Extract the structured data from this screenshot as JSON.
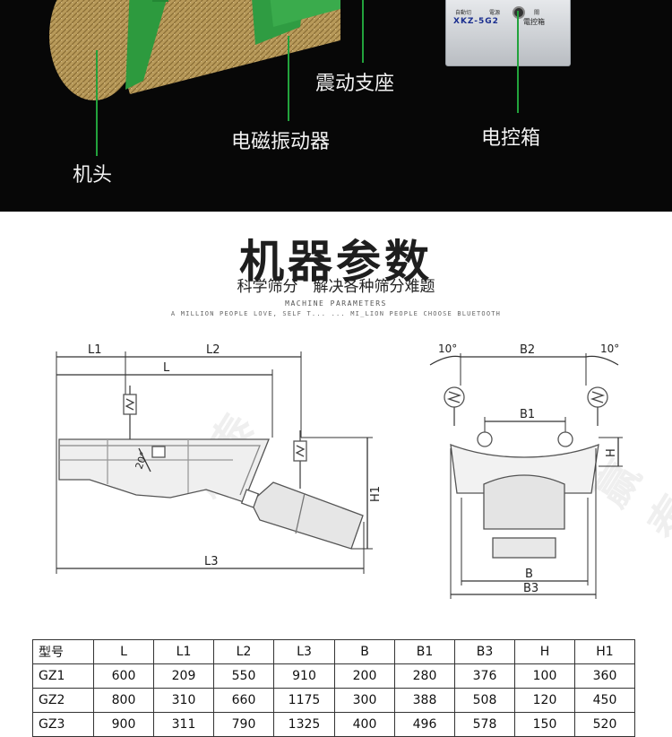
{
  "callouts": {
    "head": "机头",
    "vibrator": "电磁振动器",
    "support": "震动支座",
    "control_box": "电控箱"
  },
  "control_box_panel": {
    "model_text": "XKZ-5G2",
    "name_text": "電控箱",
    "left_label": "自動切",
    "mid_label": "電源",
    "right_label": "關"
  },
  "section": {
    "title": "机器参数",
    "subtitle": "科学筛分　解决各种筛分难题",
    "english_line1": "MACHINE PARAMETERS",
    "english_line2": "A MILLION PEOPLE LOVE, SELF T... ... MI_LION PEOPLE CHOOSE BLUETOOTH"
  },
  "watermark": "赢泰",
  "drawing_side": {
    "dims": {
      "L1": "L1",
      "L2": "L2",
      "L": "L",
      "L3": "L3",
      "H1": "H1",
      "angle": "20°"
    }
  },
  "drawing_front": {
    "dims": {
      "B2": "B2",
      "B1": "B1",
      "B": "B",
      "B3": "B3",
      "H": "H",
      "angle_left": "10°",
      "angle_right": "10°"
    }
  },
  "table": {
    "headers": [
      "型号",
      "L",
      "L1",
      "L2",
      "L3",
      "B",
      "B1",
      "B3",
      "H",
      "H1"
    ],
    "rows": [
      [
        "GZ1",
        "600",
        "209",
        "550",
        "910",
        "200",
        "280",
        "376",
        "100",
        "360"
      ],
      [
        "GZ2",
        "800",
        "310",
        "660",
        "1175",
        "300",
        "388",
        "508",
        "120",
        "450"
      ],
      [
        "GZ3",
        "900",
        "311",
        "790",
        "1325",
        "400",
        "496",
        "578",
        "150",
        "520"
      ]
    ]
  }
}
